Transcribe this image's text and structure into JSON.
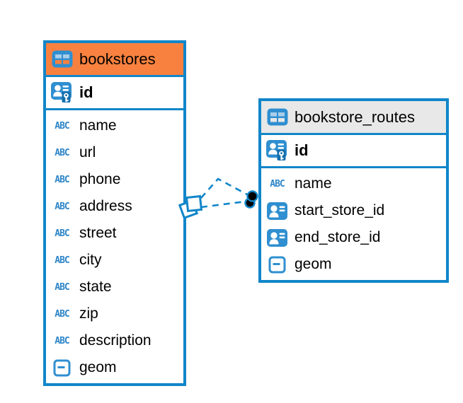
{
  "diagram": {
    "colors": {
      "canvas_bg": "#ffffff",
      "table_border_blue": "#1186c9",
      "icon_blue": "#2f8fd0",
      "icon_light_blue": "#a9ceea",
      "key_panel_blue": "#156fae",
      "abc_blue": "#2e86c8",
      "text_black": "#000000",
      "connector_blue": "#1186c9",
      "marker_black": "#000000"
    },
    "tables": [
      {
        "name": "bookstores",
        "header_color": "#f8813f",
        "columns": [
          {
            "label": "id",
            "type_icon": "primary-key",
            "primary": true
          },
          {
            "label": "name",
            "type_icon": "text"
          },
          {
            "label": "url",
            "type_icon": "text"
          },
          {
            "label": "phone",
            "type_icon": "text"
          },
          {
            "label": "address",
            "type_icon": "text"
          },
          {
            "label": "street",
            "type_icon": "text"
          },
          {
            "label": "city",
            "type_icon": "text"
          },
          {
            "label": "state",
            "type_icon": "text"
          },
          {
            "label": "zip",
            "type_icon": "text"
          },
          {
            "label": "description",
            "type_icon": "text"
          },
          {
            "label": "geom",
            "type_icon": "geometry"
          }
        ]
      },
      {
        "name": "bookstore_routes",
        "header_color": "#e8e8e8",
        "columns": [
          {
            "label": "id",
            "type_icon": "primary-key",
            "primary": true
          },
          {
            "label": "name",
            "type_icon": "text"
          },
          {
            "label": "start_store_id",
            "type_icon": "foreign-key"
          },
          {
            "label": "end_store_id",
            "type_icon": "foreign-key"
          },
          {
            "label": "geom",
            "type_icon": "geometry"
          }
        ]
      }
    ],
    "relations": [
      {
        "from_table": "bookstore_routes",
        "from_column": "start_store_id",
        "to_table": "bookstores",
        "to_column": "id",
        "style": "dashed"
      },
      {
        "from_table": "bookstore_routes",
        "from_column": "end_store_id",
        "to_table": "bookstores",
        "to_column": "id",
        "style": "dashed"
      }
    ]
  }
}
